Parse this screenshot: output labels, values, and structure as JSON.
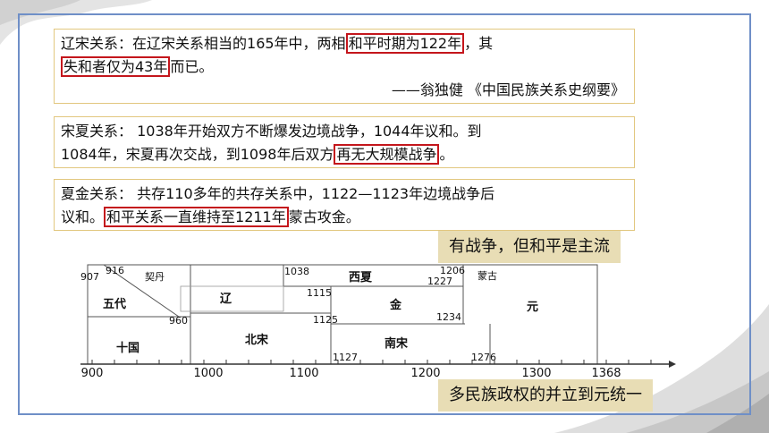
{
  "liao_song": {
    "label": "辽宋关系：",
    "line1_a": "在辽宋关系相当的165年中，两相",
    "line1_hl": "和平时期为122年",
    "line1_b": "，其",
    "line2_hl": "失和者仅为43年",
    "line2_b": "而已。",
    "source": "——翁独健 《中国民族关系史纲要》"
  },
  "song_xia": {
    "label": "宋夏关系：",
    "line1": " 1038年开始双方不断爆发边境战争，1044年议和。到",
    "line2_a": "1084年，宋夏再次交战，到1098年后双方",
    "line2_hl": "再无大规模战争",
    "line2_b": "。"
  },
  "xia_jin": {
    "label": "夏金关系：",
    "line1": " 共存110多年的共存关系中，1122—1123年边境战争后",
    "line2_a": "议和。",
    "line2_hl": "和平关系一直维持至1211年",
    "line2_b": "蒙古攻金。"
  },
  "callouts": {
    "top": "有战争，但和平是主流",
    "bottom": "多民族政权的并立到元统一"
  },
  "timeline": {
    "axis_ticks": [
      "900",
      "1000",
      "1100",
      "1200",
      "1300",
      "1368"
    ],
    "regimes": {
      "wudai": "五代",
      "shiguo": "十国",
      "qidan": "契丹",
      "liao": "辽",
      "beisong": "北宋",
      "xixia": "西夏",
      "jin": "金",
      "nansong": "南宋",
      "menggu": "蒙古",
      "yuan": "元"
    },
    "years": {
      "y907": "907",
      "y916": "916",
      "y960": "960",
      "y1038": "1038",
      "y1115": "1115",
      "y1125": "1125",
      "y1127": "1127",
      "y1206": "1206",
      "y1227": "1227",
      "y1234": "1234",
      "y1276": "1276"
    }
  }
}
